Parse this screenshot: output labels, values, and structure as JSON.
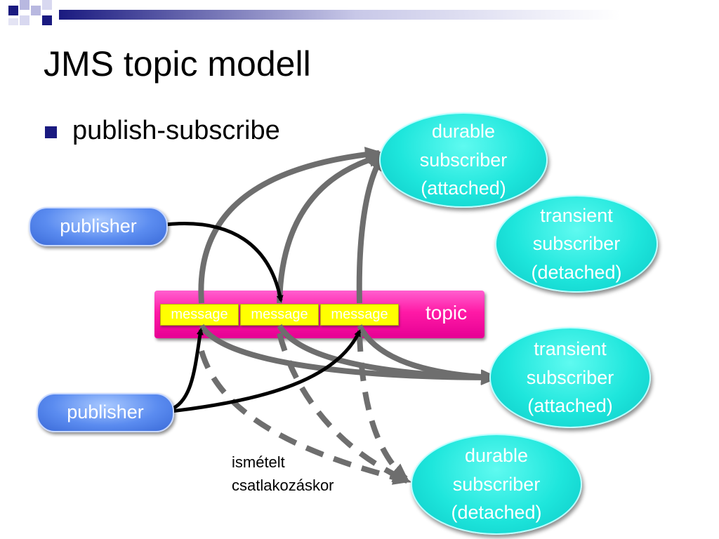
{
  "slide": {
    "title": "JMS topic modell",
    "bullet": "publish-subscribe"
  },
  "publishers": [
    "publisher",
    "publisher"
  ],
  "topic": {
    "label": "topic",
    "messages": [
      "message",
      "message",
      "message"
    ]
  },
  "subscribers": {
    "durable_attached": [
      "durable",
      "subscriber",
      "(attached)"
    ],
    "transient_detached": [
      "transient",
      "subscriber",
      "(detached)"
    ],
    "transient_attached": [
      "transient",
      "subscriber",
      "(attached)"
    ],
    "durable_detached": [
      "durable",
      "subscriber",
      "(detached)"
    ]
  },
  "note": [
    "ismételt",
    "csatlakozáskor"
  ],
  "colors": {
    "accent": "#1a1a80",
    "topic_bar": "#ff1aa6",
    "message": "#ffff00",
    "publisher": "#5b8cf0",
    "subscriber": "#1ee6dc",
    "arrow_black": "#000000",
    "arrow_gray": "#6e6e6e"
  }
}
